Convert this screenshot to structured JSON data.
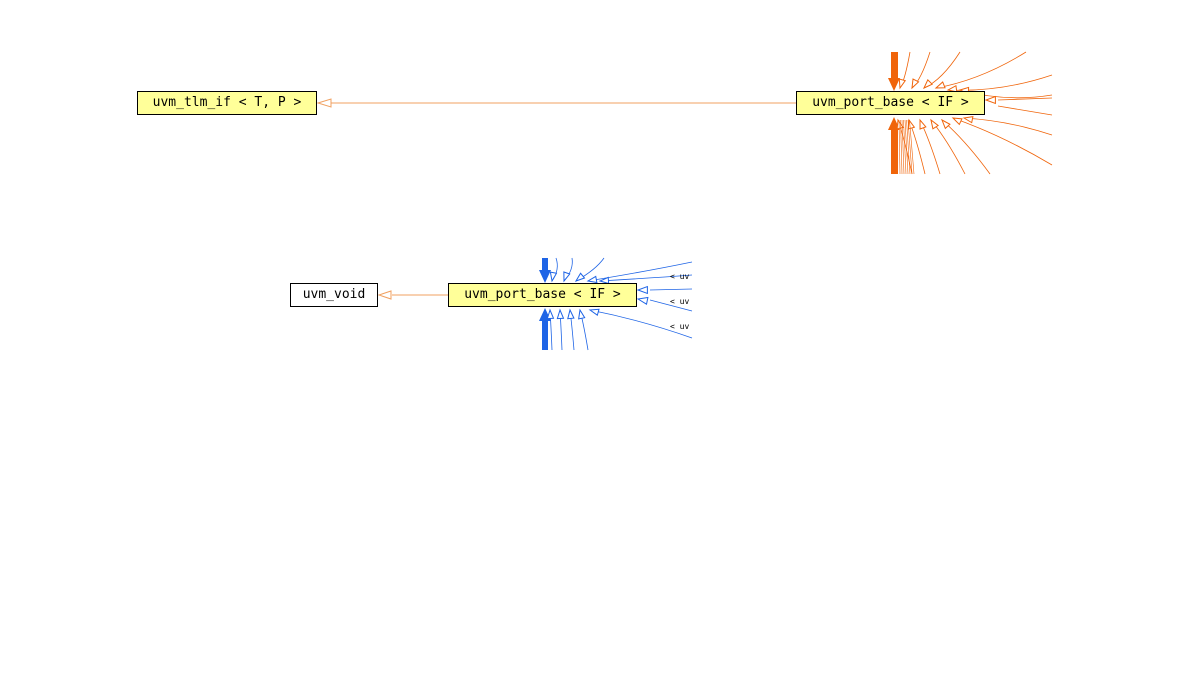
{
  "diagram_1": {
    "nodes": {
      "tlm_if": "uvm_tlm_if < T, P >",
      "port_base": "uvm_port_base < IF >"
    },
    "edge_color": "#f0640a"
  },
  "diagram_2": {
    "nodes": {
      "uvm_void": "uvm_void",
      "port_base": "uvm_port_base < IF >"
    },
    "truncated_labels": [
      "< uv",
      "< uv",
      "< uv"
    ],
    "edge_color_inherit": "#f0a060",
    "edge_color_fan": "#1e64e6"
  },
  "colors": {
    "node_highlight": "#ffff99",
    "node_plain": "#ffffff",
    "node_border": "#000000"
  }
}
